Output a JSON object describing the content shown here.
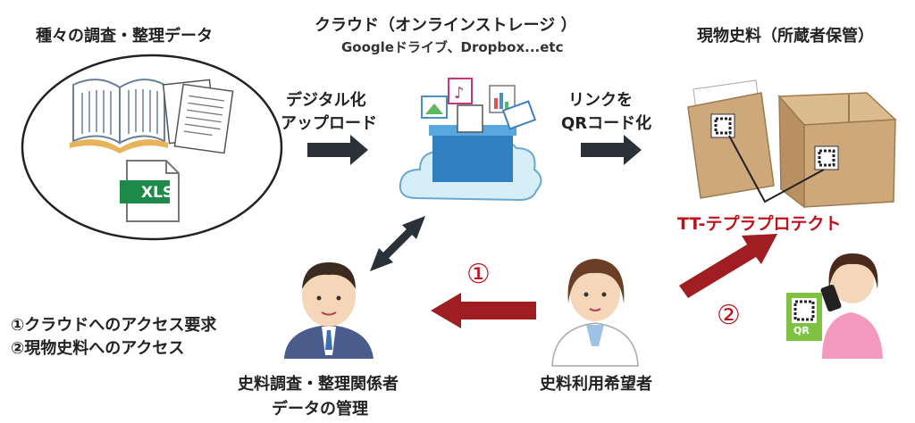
{
  "titles": {
    "survey_data": "種々の調査・整理データ",
    "cloud_title": "クラウド（オンラインストレージ ）",
    "cloud_sub": "Googleドライブ、Dropbox...etc",
    "physical": "現物史料（所蔵者保管）"
  },
  "arrows": {
    "upload_line1": "デジタル化",
    "upload_line2": "アップロード",
    "link_line1": "リンクを",
    "link_line2": "QRコード化"
  },
  "product": "TT-テプラプロテクト",
  "steps": {
    "one_marker": "①",
    "two_marker": "②",
    "legend_one": "①クラウドへのアクセス要求",
    "legend_two": "②現物史料へのアクセス"
  },
  "people": {
    "manager_line1": "史料調査・整理関係者",
    "manager_line2": "データの管理",
    "requester": "史料利用希望者"
  },
  "icons": {
    "xls_label": "XLS",
    "qr_label": "QR"
  },
  "colors": {
    "red_arrow": "#a01e22",
    "dark_arrow": "#2b3138",
    "cloud": "#d6eef8",
    "box": "#cda87a"
  }
}
